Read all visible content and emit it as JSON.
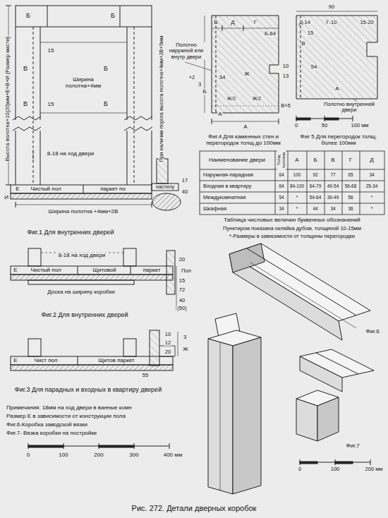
{
  "diagram": {
    "caption": "Рис. 272. Детали дверных коробок",
    "labels": [
      "Б",
      "Б",
      "15",
      "В",
      "Б",
      "Ширина полотна+4мм",
      "В",
      "Б",
      "15",
      "Высота полотна+10(20)мм+Е+В+И (Размер масти)",
      "8-18 на ход двери",
      "Е",
      "Чистый пол",
      "паркет по",
      "И",
      "Ширина полотна +4мм+2В",
      "При наличии порога высота полотна+4мм+2В+5мм",
      "настилу",
      "17",
      "40",
      "Фиг.1 Для внутренних дверей",
      "8-18 на ход двери",
      "Е",
      "Чистый пол",
      "Щитовой",
      "паркет",
      "20",
      "Пол",
      "15",
      "72",
      "40",
      "(50)",
      "Доска на ширину коробки",
      "Фиг.2 Для внутренних дверей",
      "Е",
      "Чист пол",
      "Щитов паркет",
      "55",
      "10",
      "12",
      "20",
      "3",
      "Ж",
      "Фиг.3 Для парадных и входных в квартиру дверей",
      "Примечания: 18мм на ход двери в ванные комн",
      "Размер Е в зависимости от конструкции пола",
      "Фиг.6-Коробка заводской вязки",
      "Фиг.7- Вязка коробки на постройке",
      "0",
      "100",
      "200",
      "300",
      "400 мм",
      "В",
      "Д",
      "Г",
      "Б-64",
      "Полотно наружной или внутр двери",
      "+2",
      "3",
      "34",
      "Ж",
      "10",
      "13",
      "Б",
      "А",
      "Ж/2",
      "Ж/2",
      "В+5",
      "А",
      "Фиг.4 Для каменных стен и перегородок толщ до 100мм",
      "90",
      "Д-14",
      "Г-10",
      "15-20",
      "15",
      "В",
      "54",
      "А",
      "Полотно внутренней двери",
      "0",
      "50",
      "100 мм",
      "Фиг 5 Для перегородок толщ. более 100мм",
      "Наименование двери",
      "Толщ полотна",
      "А",
      "Б",
      "В",
      "Г",
      "Д",
      "Наружная-парадная",
      "64",
      "100",
      "92",
      "77",
      "65",
      "34",
      "Входная в квартиру",
      "64",
      "84-100",
      "64-79",
      "49-54",
      "56-68",
      "25-34",
      "Междукомнатная",
      "54",
      "*",
      "54-64",
      "39-49",
      "56",
      "*",
      "Шкафная",
      "34",
      "*",
      "44",
      "34",
      "36",
      "*",
      "Таблица числовых величин буквенных обозначений",
      "Пунктиром показана оклейка дубом, толщиной 10-15мм",
      "*-Размеры в зависимости от толщины перегородки",
      "Фиг.6",
      "Фиг.7",
      "0",
      "100",
      "200 мм"
    ]
  }
}
